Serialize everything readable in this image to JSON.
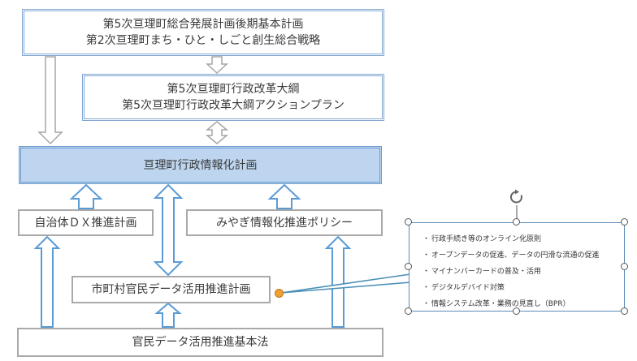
{
  "boxes": {
    "top_plan": {
      "line1": "第5次亘理町総合発展計画後期基本計画",
      "line2": "第2次亘理町まち・ひと・しごと創生総合戦略"
    },
    "reform": {
      "line1": "第5次亘理町行政改革大綱",
      "line2": "第5次亘理町行政改革大綱アクションプラン"
    },
    "info_plan": {
      "label": "亘理町行政情報化計画"
    },
    "dx_plan": {
      "label": "自治体ＤＸ推進計画"
    },
    "miyagi_policy": {
      "label": "みやぎ情報化推進ポリシー"
    },
    "data_plan": {
      "label": "市町村官民データ活用推進計画"
    },
    "basic_law": {
      "label": "官民データ活用推進基本法"
    }
  },
  "callout": {
    "items": [
      "行政手続き等のオンライン化原則",
      "オープンデータの促進、データの円滑な流通の促進",
      "マイナンバーカードの普及・活用",
      "デジタルデバイド対策",
      "情報システム改革・業務の見直し（BPR）"
    ]
  },
  "icons": {
    "rotate_handle": "rotate-handle-icon",
    "connector_dot": "connector-dot"
  },
  "colors": {
    "main_fill": "#bdd5ee",
    "arrow_stroke": "#5b9bd5",
    "grey_arrow": "#a6a6a6",
    "callout_border": "#5b8bb5",
    "dot": "#f0a030"
  }
}
